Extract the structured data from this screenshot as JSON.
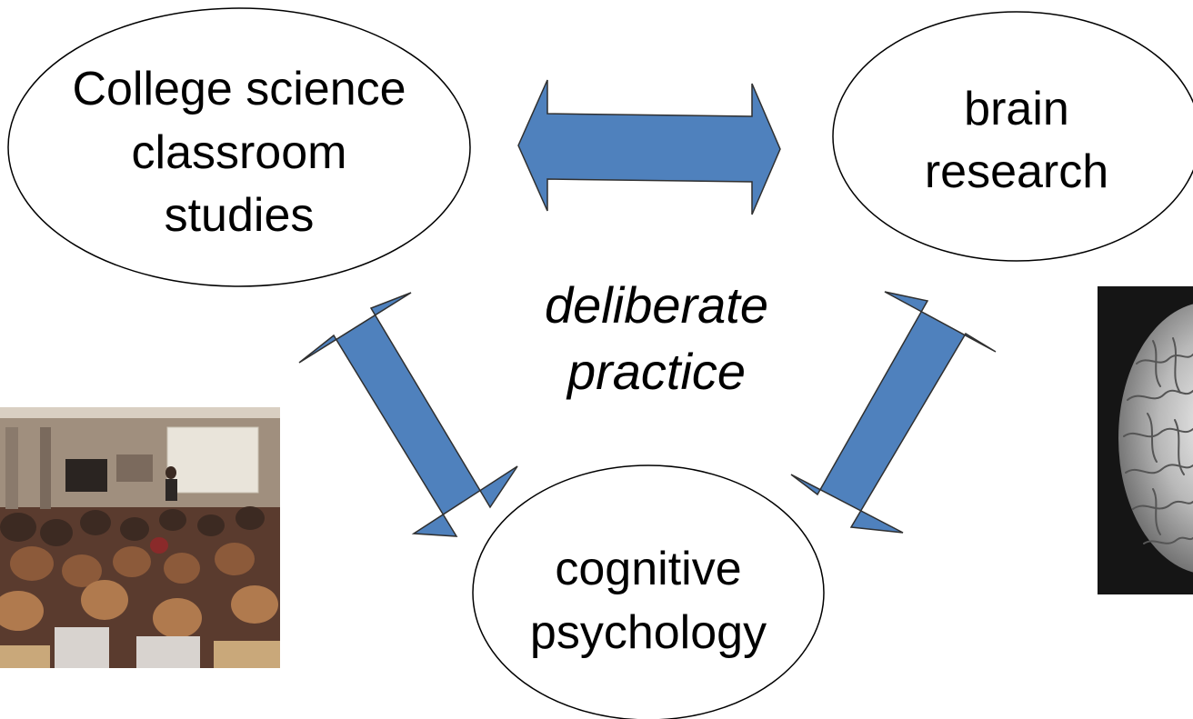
{
  "nodes": {
    "classroom": {
      "lines": [
        "College science",
        "classroom",
        "studies"
      ]
    },
    "brain": {
      "lines": [
        "brain",
        "research"
      ]
    },
    "cognitive": {
      "lines": [
        "cognitive",
        "psychology"
      ]
    }
  },
  "center_label": {
    "lines": [
      "deliberate",
      "practice"
    ]
  },
  "colors": {
    "arrow_fill": "#4f81bd",
    "arrow_stroke": "#2f2f2f",
    "ellipse_stroke": "#000000",
    "background": "#ffffff"
  },
  "images": {
    "left": "lecture-hall-photo",
    "right": "brain-scan-image"
  }
}
